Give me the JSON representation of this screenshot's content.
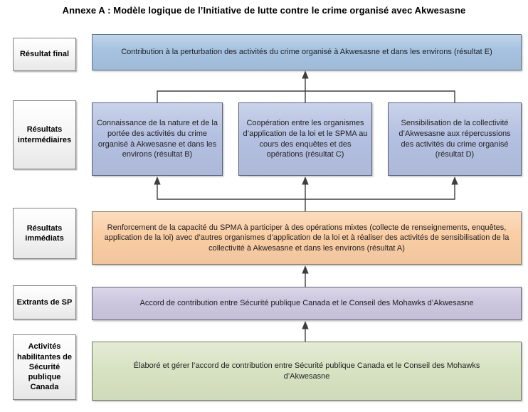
{
  "title": "Annexe A : Modèle logique de l’Initiative de lutte contre le crime organisé avec Akwesasne",
  "colors": {
    "final": "#A5C2E0",
    "final_border": "#5C7795",
    "intermediate": "#B4C0E1",
    "intermediate_border": "#555F7C",
    "immediate": "#FACDA4",
    "immediate_border": "#8A7A62",
    "output": "#CCC6DF",
    "output_border": "#67617A",
    "activity": "#D8E3C3",
    "activity_border": "#72795F",
    "arrow": "#3E3E3E",
    "label_border": "#7F7F7F"
  },
  "rows": [
    {
      "label": "Résultat final",
      "boxes": [
        "Contribution à la perturbation des activités du crime organisé à Akwesasne et dans les environs (résultat E)"
      ]
    },
    {
      "label": "Résultats intermédiaires",
      "boxes": [
        "Connaissance de la nature et de la portée des activités du crime organisé à Akwesasne et dans les environs (résultat B)",
        "Coopération entre les organismes d’application de la loi et le SPMA au cours des enquêtes et des opérations (résultat C)",
        "Sensibilisation de la collectivité d’Akwesasne aux répercussions des activités du crime organisé (résultat D)"
      ]
    },
    {
      "label": "Résultats immédiats",
      "boxes": [
        "Renforcement de la capacité du SPMA à participer à des opérations mixtes (collecte de renseignements, enquêtes, application de la loi) avec d’autres organismes d’application de la loi et à réaliser des activités de sensibilisation de la collectivité à Akwesasne et dans les environs (résultat A)"
      ]
    },
    {
      "label": "Extrants de SP",
      "boxes": [
        "Accord de contribution entre Sécurité publique Canada et le Conseil des Mohawks d’Akwesasne"
      ]
    },
    {
      "label": "Activités habilitantes de Sécurité publique Canada",
      "boxes": [
        "Élaboré et gérer l’accord de contribution entre Sécurité publique Canada et le Conseil des Mohawks d’Akwesasne"
      ]
    }
  ]
}
